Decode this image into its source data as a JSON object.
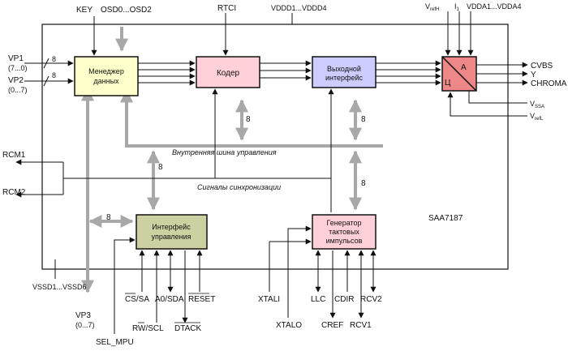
{
  "chip": "SAA7187",
  "blocks": {
    "data_manager": {
      "line1": "Менеджер",
      "line2": "данных"
    },
    "encoder": {
      "label": "Кодер"
    },
    "output_interface": {
      "line1": "Выходной",
      "line2": "интерфейс"
    },
    "control_interface": {
      "line1": "Интерфейс",
      "line2": "управления"
    },
    "clock_generator": {
      "line1": "Генератор",
      "line2": "тактовых",
      "line3": "импульсов"
    },
    "dac": {
      "a": "А",
      "c": "Ц"
    }
  },
  "bus_labels": {
    "internal_bus": "Внутренняя   шина управления",
    "sync_signals": "Сигналы синхронизации"
  },
  "widths": {
    "w8": "8"
  },
  "signals": {
    "key": "KEY",
    "osd": "OSD0...OSD2",
    "rtci": "RTCI",
    "vddd": "VDDD1...VDDD4",
    "vrefh_main": "V",
    "vrefh_sub": "refH",
    "i1_main": "I",
    "i1_sub": "1",
    "vdda": "VDDA1...VDDA4",
    "vp1": "VP1",
    "vp1_range": "(7...0)",
    "vp2": "VP2",
    "vp2_range": "(0...7)",
    "cvbs": "CVBS",
    "y": "Y",
    "chroma": "CHROMA",
    "vssa_main": "V",
    "vssa_sub": "SSA",
    "vrefl_main": "V",
    "vrefl_sub": "refL",
    "rcm1": "RCM1",
    "rcm2": "RCM2",
    "vssd": "VSSD1...VSSD6",
    "vp3": "VP3",
    "vp3_range": "(0...7)",
    "sel_mpu": "SEL_MPU",
    "cs_sa": "CS/SA",
    "a0_sda": "A0/SDA",
    "reset": "RESET",
    "rw_scl": "RW/SCL",
    "dtack": "DTACK",
    "xtali": "XTALI",
    "xtalo": "XTALO",
    "llc": "LLC",
    "cref": "CREF",
    "cdir": "CDIR",
    "rcv1": "RCV1",
    "rcv2": "RCV2"
  }
}
